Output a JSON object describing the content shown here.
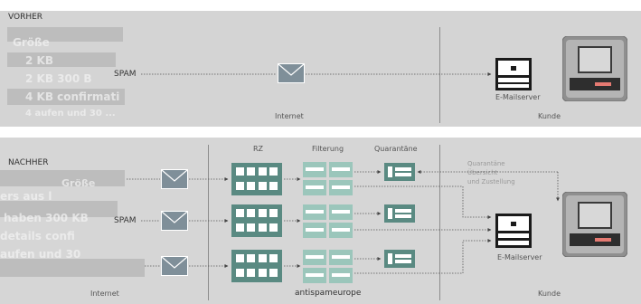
{
  "top": {
    "title": "VORHER",
    "spam": "SPAM",
    "internet": "Internet",
    "mailserver": "E-Mailserver",
    "kunde": "Kunde",
    "ghost_lines": [
      "Größe",
      "2 KB",
      "2 KB 300 B",
      "4 KB confirmati",
      "4 aufen und 30 ..."
    ]
  },
  "bottom": {
    "title": "NACHHER",
    "spam": "SPAM",
    "rz": "RZ",
    "filterung": "Filterung",
    "quarantaene": "Quarantäne",
    "q_note": [
      "Quarantäne",
      "Übersicht",
      "und Zustellung"
    ],
    "mailserver": "E-Mailserver",
    "internet": "Internet",
    "antispam": "antispameurope",
    "kunde": "Kunde",
    "ghost_lines": [
      "Größe",
      "ers aus l",
      "haben 300 KB",
      "details confi",
      "aufen und 30"
    ]
  },
  "colors": {
    "panel": "#d4d4d4",
    "envelope": "#7f8f99",
    "server_green": "#5a8a82",
    "filter_green": "#9bc6bb",
    "pc_accent": "#e57a72"
  }
}
